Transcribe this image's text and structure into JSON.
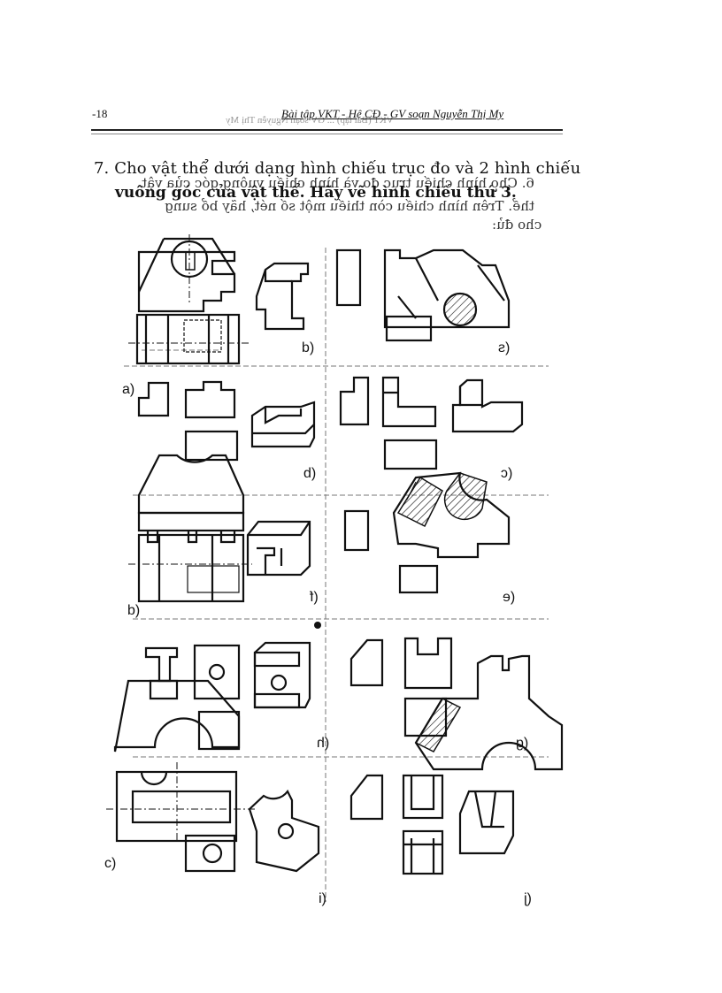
{
  "header": {
    "page_number": "-18",
    "running_title": "Bài tập VKT - Hệ CĐ - GV soạn Nguyễn Thị My",
    "ghost_text": "VKT (Bài tập) ... GV soạn Nguyễn Thị My"
  },
  "question": {
    "line1": "7. Cho vật thể dưới dạng hình chiếu trục đo và 2 hình chiếu",
    "line2": "vuông góc của vật thể. Hãy vẽ hình chiếu thứ 3.",
    "ghost_line1": "6. Cho hình chiếu trục đo và hình chiếu vuông góc của vật",
    "ghost_line2": "thể. Trên hình chiếu còn thiếu một số nét, hãy bổ sung",
    "ghost_line3": "cho đủ:"
  },
  "figure_labels": {
    "a": "a)",
    "b": "b)",
    "c": "c)",
    "d_mirrored": "(d",
    "e_mirrored": "(e",
    "f_mirrored": "(f",
    "g_mirrored": "(g",
    "h_mirrored": "(h",
    "i_mirrored": "(i",
    "j_mirrored": "(j",
    "s_mirrored": "(s",
    "b_mirrored": "(b",
    "c_mirrored": "(c"
  }
}
